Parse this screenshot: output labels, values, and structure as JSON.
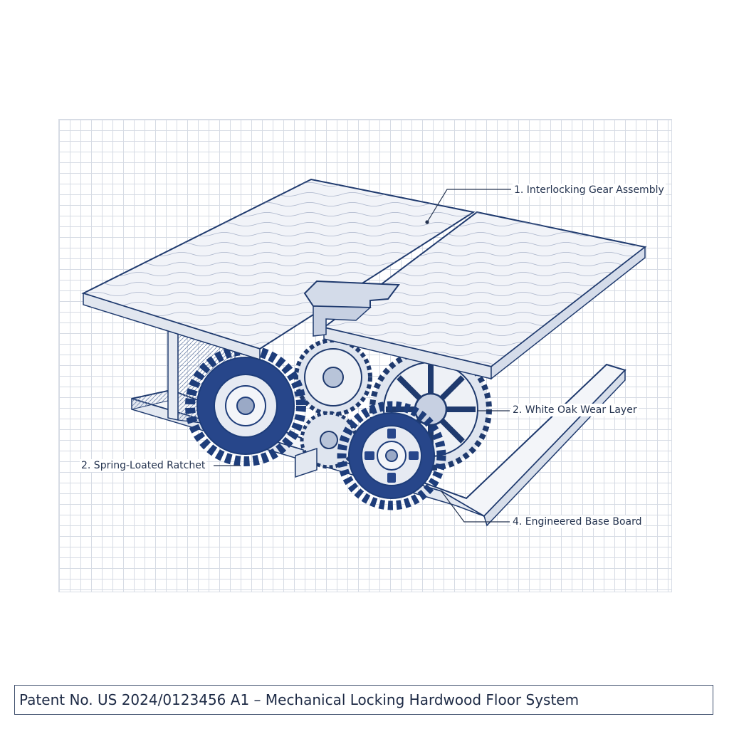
{
  "callouts": {
    "gear_assembly": "1. Interlocking Gear Assembly",
    "wear_layer": "2. White Oak Wear Layer",
    "ratchet": "2. Spring-Loated Ratchet",
    "base_board": "4. Engineered Base Board"
  },
  "footer": {
    "caption": "Patent No. US 2024/0123456 A1 – Mechanical Locking Hardwood Floor System"
  },
  "colors": {
    "ink": "#1f3a6e",
    "gear_dark": "#1e3d7a",
    "gear_light": "#dfe5ef",
    "wood": "#eef1f6",
    "grid": "#d6dbe4"
  }
}
